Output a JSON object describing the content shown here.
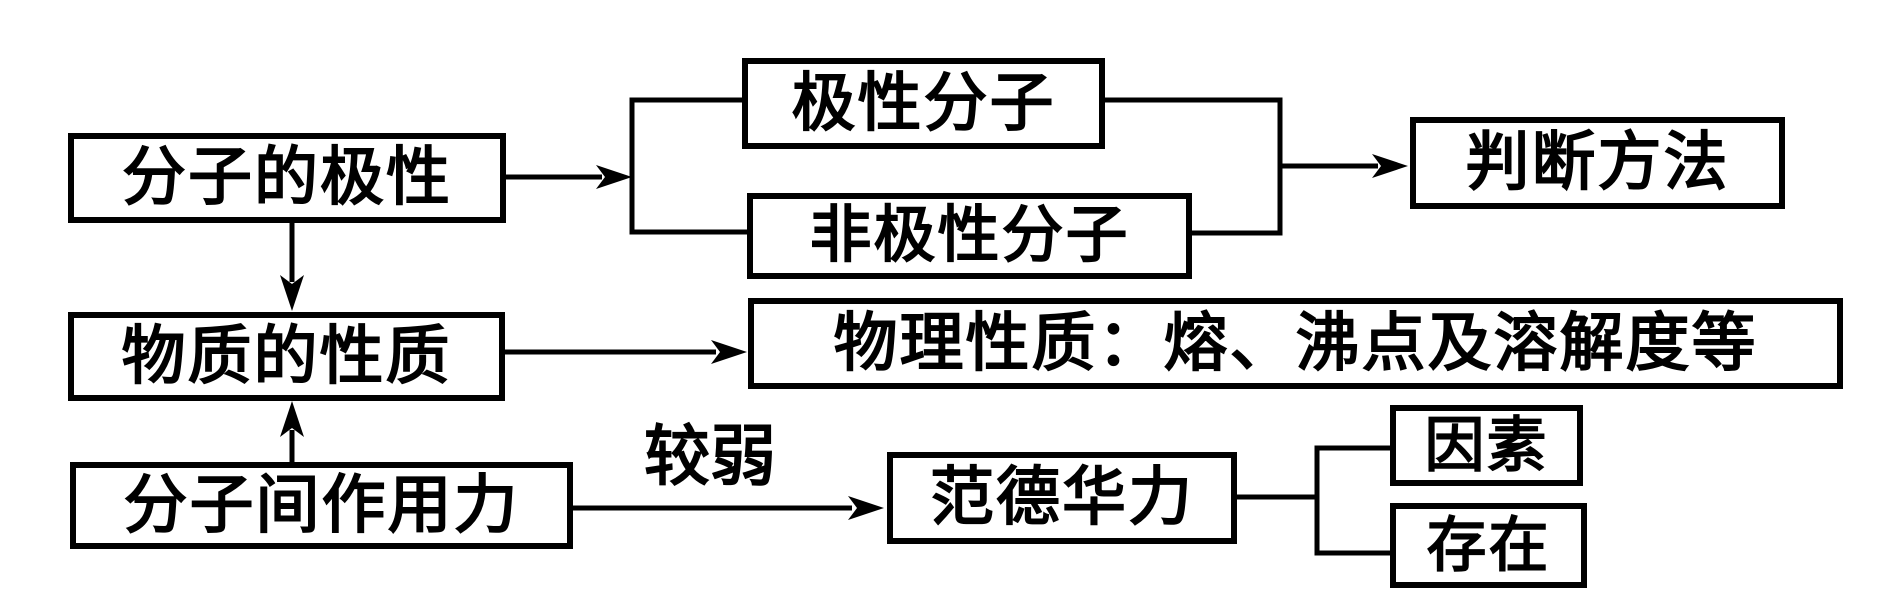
{
  "diagram": {
    "background_color": "#ffffff",
    "line_color": "#000000",
    "nodes": {
      "molecular_polarity": "分子的极性",
      "polar_molecule": "极性分子",
      "nonpolar_molecule": "非极性分子",
      "judgment_method": "判断方法",
      "substance_properties": "物质的性质",
      "physical_properties": "物理性质：熔、沸点及溶解度等",
      "intermolecular_force": "分子间作用力",
      "van_der_waals": "范德华力",
      "factors": "因素",
      "existence": "存在"
    },
    "edge_labels": {
      "weaker": "较弱"
    }
  }
}
